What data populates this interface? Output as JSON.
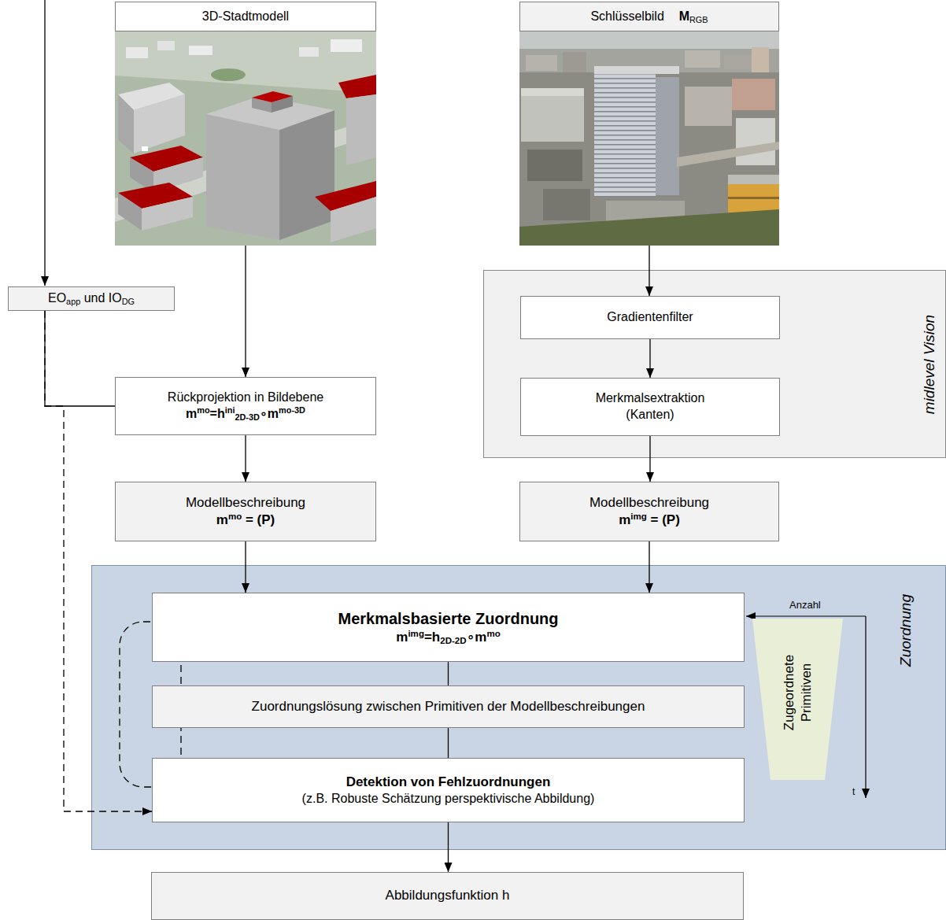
{
  "diagram": {
    "nodes": [
      {
        "text": [
          "3D-Stadtmodell"
        ]
      },
      {
        "text": [
          "Schlüsselbild MRGB"
        ]
      },
      {
        "text": [
          "EOapp und IODG"
        ]
      },
      {
        "text": [
          "Rückprojektion in Bildebene",
          "mmo=hini2D-3D∘mmo-3D"
        ]
      },
      {
        "text": [
          "midlevel Vision"
        ]
      },
      {
        "text": [
          "Gradientenfilter"
        ],
        "in": 4
      },
      {
        "text": [
          "Merkmalsextraktion (Kanten)"
        ],
        "in": 4
      },
      {
        "text": [
          "Modellbeschreibung",
          "mmo = (P)"
        ]
      },
      {
        "text": [
          "Modellbeschreibung",
          "mimg = (P)"
        ]
      },
      {
        "text": [
          "Zuordnung"
        ]
      },
      {
        "text": [
          "Merkmalsbasierte Zuordnung",
          "mimg=h2D-2D∘mmo"
        ],
        "in": 9
      },
      {
        "text": [
          "Zuordnungslösung zwischen Primitiven der Modellbeschreibungen"
        ],
        "in": 9
      },
      {
        "text": [
          "Detektion von Fehlzuordnungen",
          "(z.B. Robuste Schätzung perspektivische Abbildung)"
        ],
        "in": 9
      },
      {
        "text": [
          "Zugeordnete Primitiven"
        ],
        "in": 9
      },
      {
        "text": [
          "Abbildungsfunktion h"
        ]
      }
    ],
    "edges": [
      {
        "from": 0,
        "to": 3,
        "arrow": "to"
      },
      {
        "from": 3,
        "to": 7,
        "arrow": "to"
      },
      {
        "from": 1,
        "to": 5,
        "arrow": "to"
      },
      {
        "from": 5,
        "to": 6,
        "arrow": "to"
      },
      {
        "from": 6,
        "to": 8,
        "arrow": "to"
      },
      {
        "from": 7,
        "to": 10,
        "arrow": "to"
      },
      {
        "from": 8,
        "to": 10,
        "arrow": "to"
      },
      {
        "from": 10,
        "to": 11,
        "arrow": "none"
      },
      {
        "from": 11,
        "to": 12,
        "arrow": "none"
      },
      {
        "from": 12,
        "to": 14,
        "arrow": "to"
      },
      {
        "from": 2,
        "to": 3,
        "arrow": "none"
      },
      {
        "from": 2,
        "to": 12,
        "arrow": "to"
      }
    ],
    "labels": [
      "Anzahl",
      "t"
    ]
  }
}
